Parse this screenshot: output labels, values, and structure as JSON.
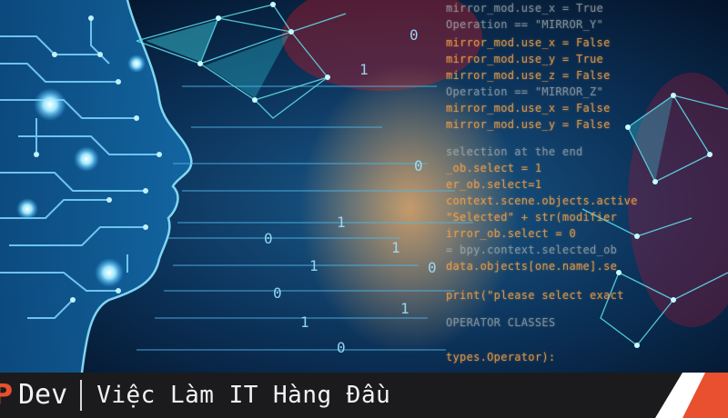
{
  "footer": {
    "brand_p": "P",
    "brand_dev": "Dev",
    "tagline": "Việc Làm IT Hàng Đầu"
  },
  "colors": {
    "background": "#061a33",
    "circuit": "#7fd8ff",
    "code": "#f0a24a",
    "accent_red": "#e8502f",
    "footer_bg": "#1b1b1d"
  }
}
